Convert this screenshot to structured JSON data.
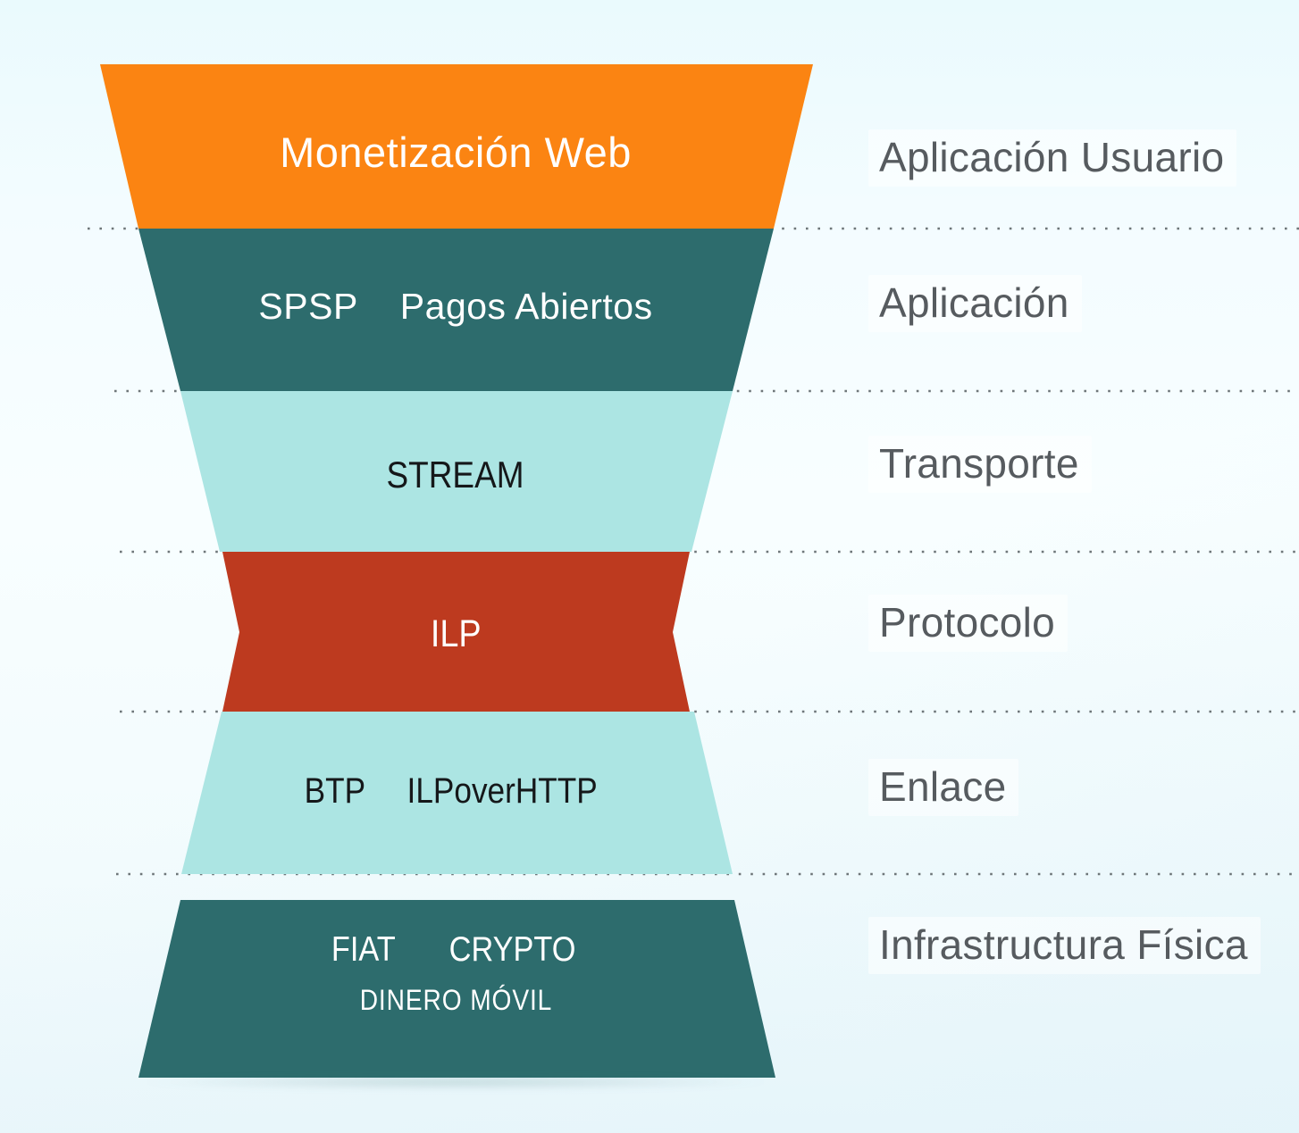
{
  "title": "Interledger protocol stack diagram (Spanish)",
  "colors": {
    "orange": "#FB8412",
    "dark_teal": "#2D6C6D",
    "light_teal": "#ACE5E3",
    "red": "#BD3A1F",
    "right_label_gray": "#565B5F",
    "divider_dot_gray": "#6E7679",
    "background": "#F3FCFF"
  },
  "funnel": {
    "layers": [
      {
        "id": "web-monetization",
        "label": "Monetización Web",
        "right_label": "Aplicación Usuario",
        "color": "#FB8412"
      },
      {
        "id": "spsp-open-payments",
        "labels": [
          "SPSP",
          "Pagos Abiertos"
        ],
        "right_label": "Aplicación",
        "color": "#2D6C6D"
      },
      {
        "id": "stream",
        "label": "STREAM",
        "right_label": "Transporte",
        "color": "#ACE5E3"
      },
      {
        "id": "ilp",
        "label": "ILP",
        "right_label": "Protocolo",
        "color": "#BD3A1F"
      },
      {
        "id": "btp-ilp-over-http",
        "labels": [
          "BTP",
          "ILPoverHTTP"
        ],
        "right_label": "Enlace",
        "color": "#ACE5E3"
      },
      {
        "id": "settlement",
        "labels": [
          "FIAT",
          "CRYPTO"
        ],
        "sub_label": "DINERO MÓVIL",
        "right_label": "Infrastructura Física",
        "color": "#2D6C6D"
      }
    ]
  }
}
